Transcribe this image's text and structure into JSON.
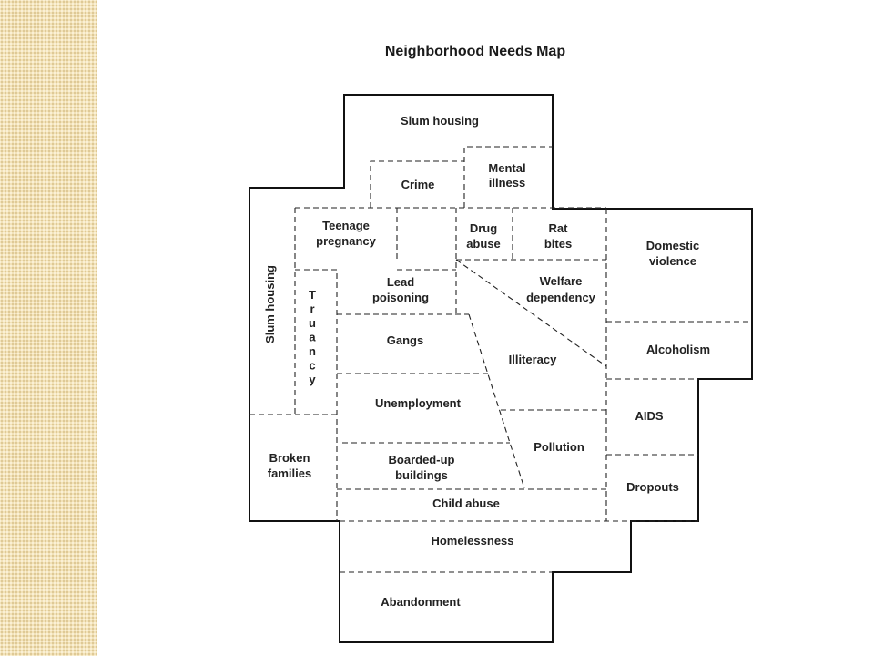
{
  "title": "Neighborhood Needs Map",
  "colors": {
    "side_strip": "#f2e3b9",
    "ink": "#222222"
  },
  "regions": {
    "slum_housing_top": [
      "Slum housing"
    ],
    "mental_illness": [
      "Mental",
      "illness"
    ],
    "crime": [
      "Crime"
    ],
    "teenage_pregnancy": [
      "Teenage",
      "pregnancy"
    ],
    "drug_abuse": [
      "Drug",
      "abuse"
    ],
    "rat_bites": [
      "Rat",
      "bites"
    ],
    "domestic_violence": [
      "Domestic",
      "violence"
    ],
    "slum_housing_left": "Slum housing",
    "truancy": [
      "T",
      "r",
      "u",
      "a",
      "n",
      "c",
      "y"
    ],
    "lead_poisoning": [
      "Lead",
      "poisoning"
    ],
    "welfare_dependency": [
      "Welfare",
      "dependency"
    ],
    "gangs": [
      "Gangs"
    ],
    "illiteracy": [
      "Illiteracy"
    ],
    "alcoholism": [
      "Alcoholism"
    ],
    "unemployment": [
      "Unemployment"
    ],
    "aids": [
      "AIDS"
    ],
    "pollution": [
      "Pollution"
    ],
    "broken_families": [
      "Broken",
      "families"
    ],
    "boarded_up_buildings": [
      "Boarded-up",
      "buildings"
    ],
    "dropouts": [
      "Dropouts"
    ],
    "child_abuse": [
      "Child abuse"
    ],
    "homelessness": [
      "Homelessness"
    ],
    "abandonment": [
      "Abandonment"
    ]
  }
}
